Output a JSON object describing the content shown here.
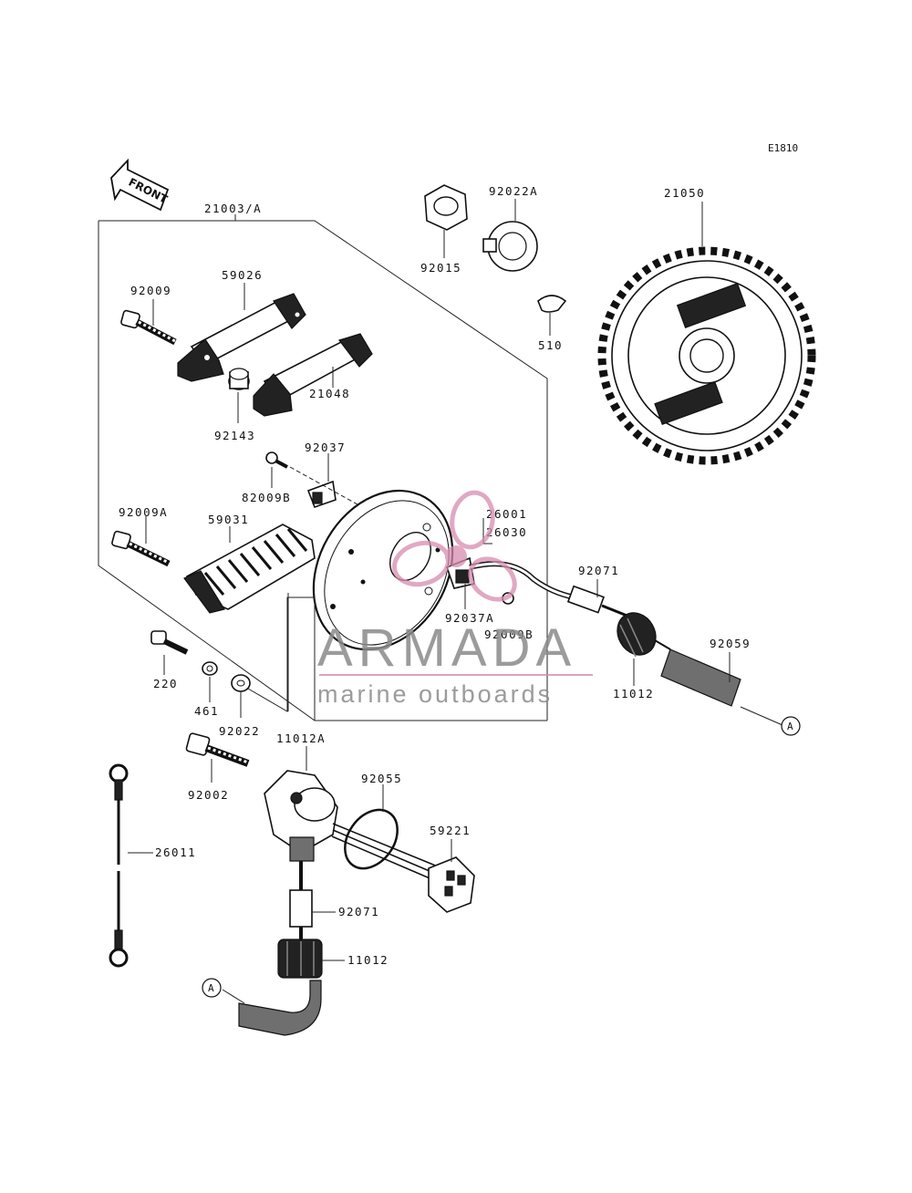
{
  "diagram": {
    "ref_code": "E1810",
    "front_label": "FRONT",
    "callout_a": "A",
    "parts": {
      "p21003A": "21003/A",
      "p21050": "21050",
      "p92015": "92015",
      "p92022A": "92022A",
      "p510": "510",
      "p92009": "92009",
      "p59026": "59026",
      "p92143": "92143",
      "p21048": "21048",
      "p92037": "92037",
      "p82009B": "82009B",
      "p92009A": "92009A",
      "p59031": "59031",
      "p26001": "26001",
      "p26030": "26030",
      "p92071a": "92071",
      "p92037A": "92037A",
      "p92009B": "92009B",
      "p92059": "92059",
      "p11012a": "11012",
      "p220": "220",
      "p461": "461",
      "p92022": "92022",
      "p11012A": "11012A",
      "p92055": "92055",
      "p92002": "92002",
      "p59221": "59221",
      "p26011": "26011",
      "p92071b": "92071",
      "p11012b": "11012"
    }
  },
  "watermark": {
    "brand": "ARMADA",
    "tagline": "marine outboards",
    "accent_color": "#d78bb0"
  }
}
